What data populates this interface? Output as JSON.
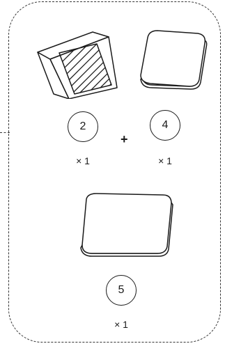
{
  "parts": [
    {
      "id": "part-2",
      "number": "2",
      "quantity": "× 1"
    },
    {
      "id": "part-4",
      "number": "4",
      "quantity": "× 1"
    },
    {
      "id": "part-5",
      "number": "5",
      "quantity": "× 1"
    }
  ],
  "operator": "+",
  "colors": {
    "line": "#1a1a1a",
    "frame": "#333333"
  }
}
